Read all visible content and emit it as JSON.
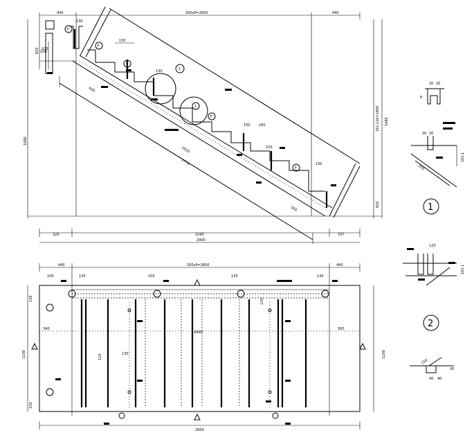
{
  "dims": {
    "top_left": "440",
    "top_mid": "200x6=2600",
    "top_right": "440",
    "left_height": "1680",
    "right_height_a": "161.1x6=1800",
    "right_height_b": "1680",
    "left_small": "820",
    "right_small": "820",
    "slope_upper": "640",
    "slope_mid": "2630",
    "slope_lower": "2774",
    "bottom_left": "320",
    "bottom_mid": "2240",
    "bottom_right": "337",
    "overall": "2900",
    "step_tread": "130",
    "step_riser": "100",
    "nosing_a": "160",
    "nosing_b": "150",
    "edge_a": "130",
    "edge_b": "150",
    "mid_gap": "100",
    "near_base": "560",
    "near_base_b": "560"
  },
  "plan": {
    "top_left": "440",
    "top_mid": "200x6=2600",
    "top_right": "440",
    "left_total": "1100",
    "right_total": "1100",
    "left_inner": "130",
    "left_inner_b": "150",
    "mid_center": "2890",
    "near_left": "340",
    "near_right": "300",
    "bay": "130",
    "center_dim": "120",
    "overall": "2900",
    "post_labels": [
      "100",
      "130",
      "100",
      "130",
      "130"
    ]
  },
  "detail": {
    "d1_top": "20",
    "d1_top_b": "20",
    "d1_h": "8",
    "d1_dim_a": "20",
    "d1_dim_b": "20",
    "d1_height": "161.1",
    "d1_slope": "200",
    "d1_label": "1",
    "d2_top": "120",
    "d2_h": "161.1",
    "d2_label": "2",
    "d3_a": "40",
    "d3_b": "40",
    "d3_c": "150",
    "d3_d": "30"
  },
  "markers": {
    "r1": "1",
    "r2": "1",
    "f_callouts": [
      "F",
      "F",
      "F",
      "F",
      "F"
    ]
  }
}
